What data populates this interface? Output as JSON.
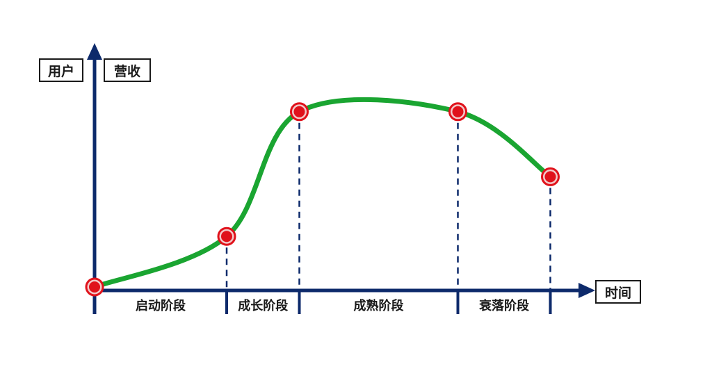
{
  "chart_data": {
    "type": "line",
    "y_labels": [
      "用户",
      "营收"
    ],
    "x_label": "时间",
    "stages": [
      "启动阶段",
      "成长阶段",
      "成熟阶段",
      "衰落阶段"
    ],
    "key_points": [
      {
        "x": 0,
        "y": 0
      },
      {
        "x": 20,
        "y": 28
      },
      {
        "x": 31,
        "y": 97
      },
      {
        "x": 55,
        "y": 97
      },
      {
        "x": 69,
        "y": 61
      }
    ],
    "curve_color": "#1aa531",
    "axis_color": "#0d2a6b",
    "point_color": "#e0121b"
  }
}
